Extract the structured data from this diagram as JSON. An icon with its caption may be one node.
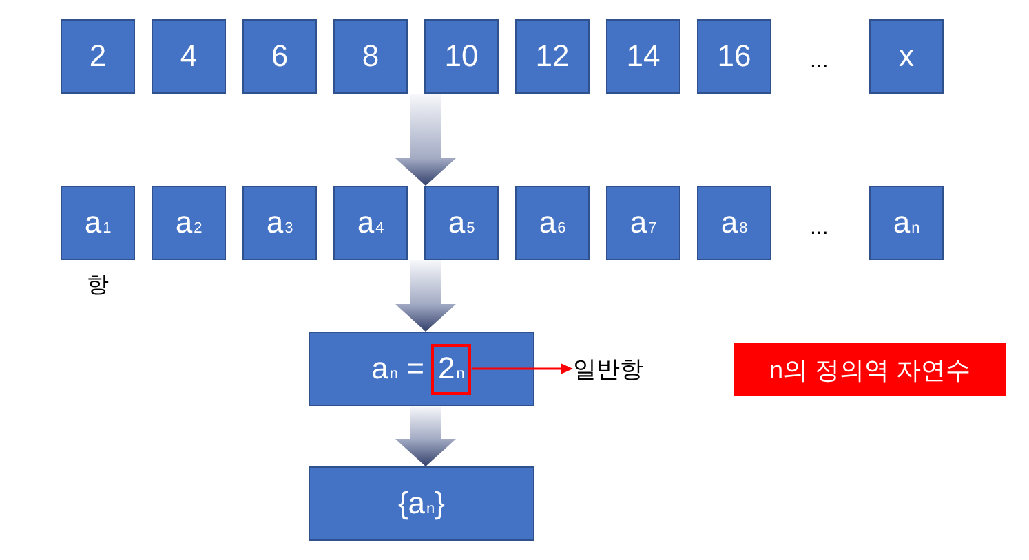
{
  "diagram": {
    "nodes": [
      {
        "text": [
          "2"
        ]
      },
      {
        "text": [
          "4"
        ]
      },
      {
        "text": [
          "6"
        ]
      },
      {
        "text": [
          "8"
        ]
      },
      {
        "text": [
          "10"
        ]
      },
      {
        "text": [
          "12"
        ]
      },
      {
        "text": [
          "14"
        ]
      },
      {
        "text": [
          "16"
        ]
      },
      {
        "text": [
          "x"
        ]
      },
      {
        "text": [
          "a$_{1}$"
        ],
        "beside": [
          "항"
        ]
      },
      {
        "text": [
          "a$_{2}$"
        ]
      },
      {
        "text": [
          "a$_{3}$"
        ]
      },
      {
        "text": [
          "a$_{4}$"
        ]
      },
      {
        "text": [
          "a$_{5}$"
        ]
      },
      {
        "text": [
          "a$_{6}$"
        ]
      },
      {
        "text": [
          "a$_{7}$"
        ]
      },
      {
        "text": [
          "a$_{8}$"
        ]
      },
      {
        "text": [
          "a$_{n}$"
        ]
      },
      {
        "text": [
          "a$_{n}$ ="
        ]
      },
      {
        "text": [
          "2$_{n}$"
        ],
        "in": 18
      },
      {
        "text": [
          "일반항"
        ]
      },
      {
        "text": [
          "n의 정의역 자연수"
        ]
      },
      {
        "text": [
          "{a$_{n}$}"
        ]
      }
    ],
    "edges": [
      {
        "from": 4,
        "to": 13,
        "arrow": "to",
        "style": "thick"
      },
      {
        "from": 13,
        "to": 18,
        "arrow": "to",
        "style": "thick"
      },
      {
        "from": 18,
        "to": 22,
        "arrow": "to",
        "style": "thick"
      },
      {
        "from": 19,
        "to": 20,
        "arrow": "to",
        "color": "#ff0000"
      }
    ],
    "labels": [
      "...",
      "..."
    ]
  }
}
